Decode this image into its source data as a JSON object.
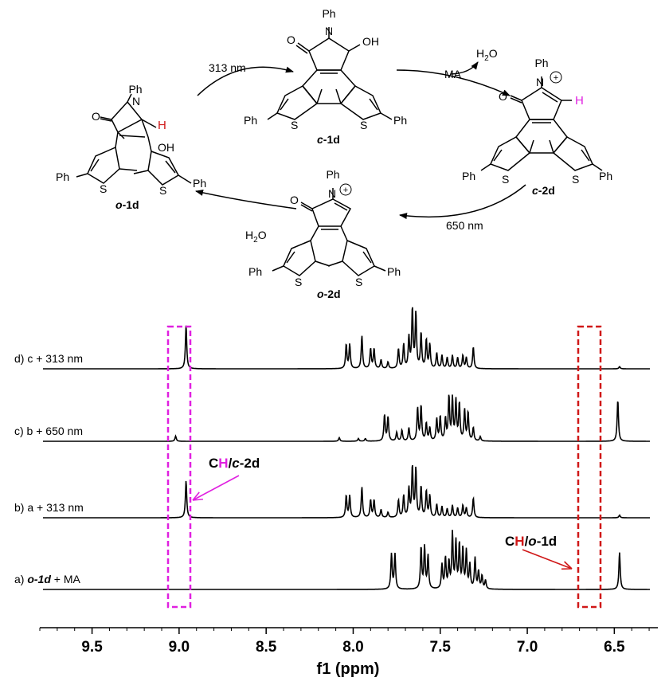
{
  "colors": {
    "magenta": "#e020e0",
    "red": "#d01818",
    "line": "#000000"
  },
  "scheme": {
    "o1d": {
      "label_prefix": "o",
      "label_suffix": "-1d",
      "ph_top": "Ph",
      "n": "N",
      "o": "O",
      "h": "H",
      "oh": "OH",
      "ph_left": "Ph",
      "ph_right": "Ph",
      "s1": "S",
      "s2": "S"
    },
    "c1d": {
      "label_prefix": "c",
      "label_suffix": "-1d",
      "ph_top": "Ph",
      "n": "N",
      "o": "O",
      "oh": "OH",
      "ph_left": "Ph",
      "ph_right": "Ph",
      "s1": "S",
      "s2": "S"
    },
    "c2d": {
      "label_prefix": "c",
      "label_suffix": "-2d",
      "ph_top": "Ph",
      "n": "N",
      "o": "O",
      "h": "H",
      "plus": "+",
      "ph_left": "Ph",
      "ph_right": "Ph",
      "s1": "S",
      "s2": "S"
    },
    "o2d": {
      "label_prefix": "o",
      "label_suffix": "-2d",
      "ph_top": "Ph",
      "n": "N",
      "o": "O",
      "plus": "+",
      "ph_left": "Ph",
      "ph_right": "Ph",
      "s1": "S",
      "s2": "S"
    },
    "arrows": {
      "a313": "313 nm",
      "ma": "MA",
      "h2o_out_h": "H",
      "h2o_out_sub": "2",
      "h2o_out_o": "O",
      "a650": "650 nm",
      "h2o_in_h": "H",
      "h2o_in_sub": "2",
      "h2o_in_o": "O"
    }
  },
  "chart_data": {
    "type": "line",
    "xlabel": "f1 (ppm)",
    "xlim": [
      9.8,
      6.25
    ],
    "x_ticks": [
      "9.5",
      "9.0",
      "8.5",
      "8.0",
      "7.5",
      "7.0",
      "6.5"
    ],
    "x_tick_values": [
      9.5,
      9.0,
      8.5,
      8.0,
      7.5,
      7.0,
      6.5
    ],
    "series": [
      {
        "name": "d) c + 313 nm",
        "label_pre": "d) c + 313 nm",
        "label_bold": "",
        "label_post": "",
        "peaks": [
          [
            8.96,
            1.0
          ],
          [
            8.04,
            0.55
          ],
          [
            8.02,
            0.55
          ],
          [
            7.95,
            0.75
          ],
          [
            7.9,
            0.45
          ],
          [
            7.88,
            0.45
          ],
          [
            7.84,
            0.2
          ],
          [
            7.8,
            0.15
          ],
          [
            7.74,
            0.45
          ],
          [
            7.71,
            0.55
          ],
          [
            7.68,
            0.7
          ],
          [
            7.66,
            1.35
          ],
          [
            7.64,
            1.25
          ],
          [
            7.61,
            0.8
          ],
          [
            7.58,
            0.65
          ],
          [
            7.56,
            0.55
          ],
          [
            7.52,
            0.35
          ],
          [
            7.49,
            0.3
          ],
          [
            7.46,
            0.25
          ],
          [
            7.43,
            0.3
          ],
          [
            7.4,
            0.25
          ],
          [
            7.37,
            0.3
          ],
          [
            7.35,
            0.25
          ],
          [
            7.31,
            0.5
          ],
          [
            6.47,
            0.05
          ]
        ]
      },
      {
        "name": "c) b + 650 nm",
        "label_pre": "c) b + 650 nm",
        "label_bold": "",
        "label_post": "",
        "peaks": [
          [
            9.02,
            0.12
          ],
          [
            8.08,
            0.08
          ],
          [
            7.97,
            0.06
          ],
          [
            7.93,
            0.06
          ],
          [
            7.82,
            0.6
          ],
          [
            7.8,
            0.55
          ],
          [
            7.75,
            0.2
          ],
          [
            7.72,
            0.25
          ],
          [
            7.68,
            0.3
          ],
          [
            7.63,
            0.75
          ],
          [
            7.61,
            0.8
          ],
          [
            7.58,
            0.4
          ],
          [
            7.56,
            0.3
          ],
          [
            7.52,
            0.5
          ],
          [
            7.5,
            0.55
          ],
          [
            7.47,
            0.5
          ],
          [
            7.45,
            1.0
          ],
          [
            7.43,
            0.95
          ],
          [
            7.41,
            0.9
          ],
          [
            7.39,
            0.85
          ],
          [
            7.36,
            0.7
          ],
          [
            7.34,
            0.65
          ],
          [
            7.31,
            0.3
          ],
          [
            7.27,
            0.1
          ],
          [
            6.48,
            0.95
          ]
        ]
      },
      {
        "name": "b) a + 313 nm",
        "label_pre": "b) a + 313 nm",
        "label_bold": "",
        "label_post": "",
        "peaks": [
          [
            8.96,
            0.85
          ],
          [
            8.04,
            0.5
          ],
          [
            8.02,
            0.5
          ],
          [
            7.95,
            0.7
          ],
          [
            7.9,
            0.4
          ],
          [
            7.88,
            0.4
          ],
          [
            7.84,
            0.18
          ],
          [
            7.8,
            0.12
          ],
          [
            7.74,
            0.4
          ],
          [
            7.71,
            0.5
          ],
          [
            7.68,
            0.65
          ],
          [
            7.66,
            1.15
          ],
          [
            7.64,
            1.1
          ],
          [
            7.61,
            0.7
          ],
          [
            7.58,
            0.6
          ],
          [
            7.56,
            0.5
          ],
          [
            7.52,
            0.3
          ],
          [
            7.49,
            0.25
          ],
          [
            7.46,
            0.2
          ],
          [
            7.43,
            0.28
          ],
          [
            7.4,
            0.22
          ],
          [
            7.37,
            0.28
          ],
          [
            7.35,
            0.22
          ],
          [
            7.31,
            0.45
          ],
          [
            6.47,
            0.06
          ]
        ]
      },
      {
        "name": "a) o-1d + MA",
        "label_pre": "a) ",
        "label_bold": "o-1d",
        "label_post": " + MA",
        "peaks": [
          [
            7.78,
            0.8
          ],
          [
            7.76,
            0.8
          ],
          [
            7.61,
            0.95
          ],
          [
            7.59,
            0.95
          ],
          [
            7.57,
            0.75
          ],
          [
            7.49,
            0.55
          ],
          [
            7.47,
            0.7
          ],
          [
            7.45,
            0.6
          ],
          [
            7.43,
            1.25
          ],
          [
            7.41,
            1.05
          ],
          [
            7.39,
            1.0
          ],
          [
            7.37,
            0.9
          ],
          [
            7.35,
            0.85
          ],
          [
            7.33,
            0.55
          ],
          [
            7.3,
            0.7
          ],
          [
            7.28,
            0.4
          ],
          [
            7.26,
            0.3
          ],
          [
            7.24,
            0.2
          ],
          [
            6.47,
            0.85
          ]
        ]
      }
    ],
    "annotations": {
      "magenta_pre": "C",
      "magenta_h": "H",
      "magenta_post_slash": "/",
      "magenta_italic": "c",
      "magenta_post": "-2d",
      "red_pre": "C",
      "red_h": "H",
      "red_post_slash": "/",
      "red_italic": "o",
      "red_post": "-1d"
    }
  }
}
